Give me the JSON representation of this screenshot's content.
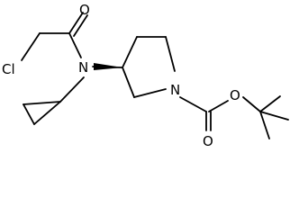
{
  "molecule": {
    "atoms": {
      "chlorine": "Cl",
      "carbonyl_oxygen_top": "O",
      "amide_nitrogen": "N",
      "ring_nitrogen": "N",
      "ester_oxygen": "O",
      "carbonyl_oxygen_bottom": "O"
    },
    "stereo": {
      "type": "wedge",
      "at": "pyrrolidine C3"
    }
  },
  "colors": {
    "bond": "#000000",
    "label": "#000000",
    "background": "#ffffff"
  }
}
